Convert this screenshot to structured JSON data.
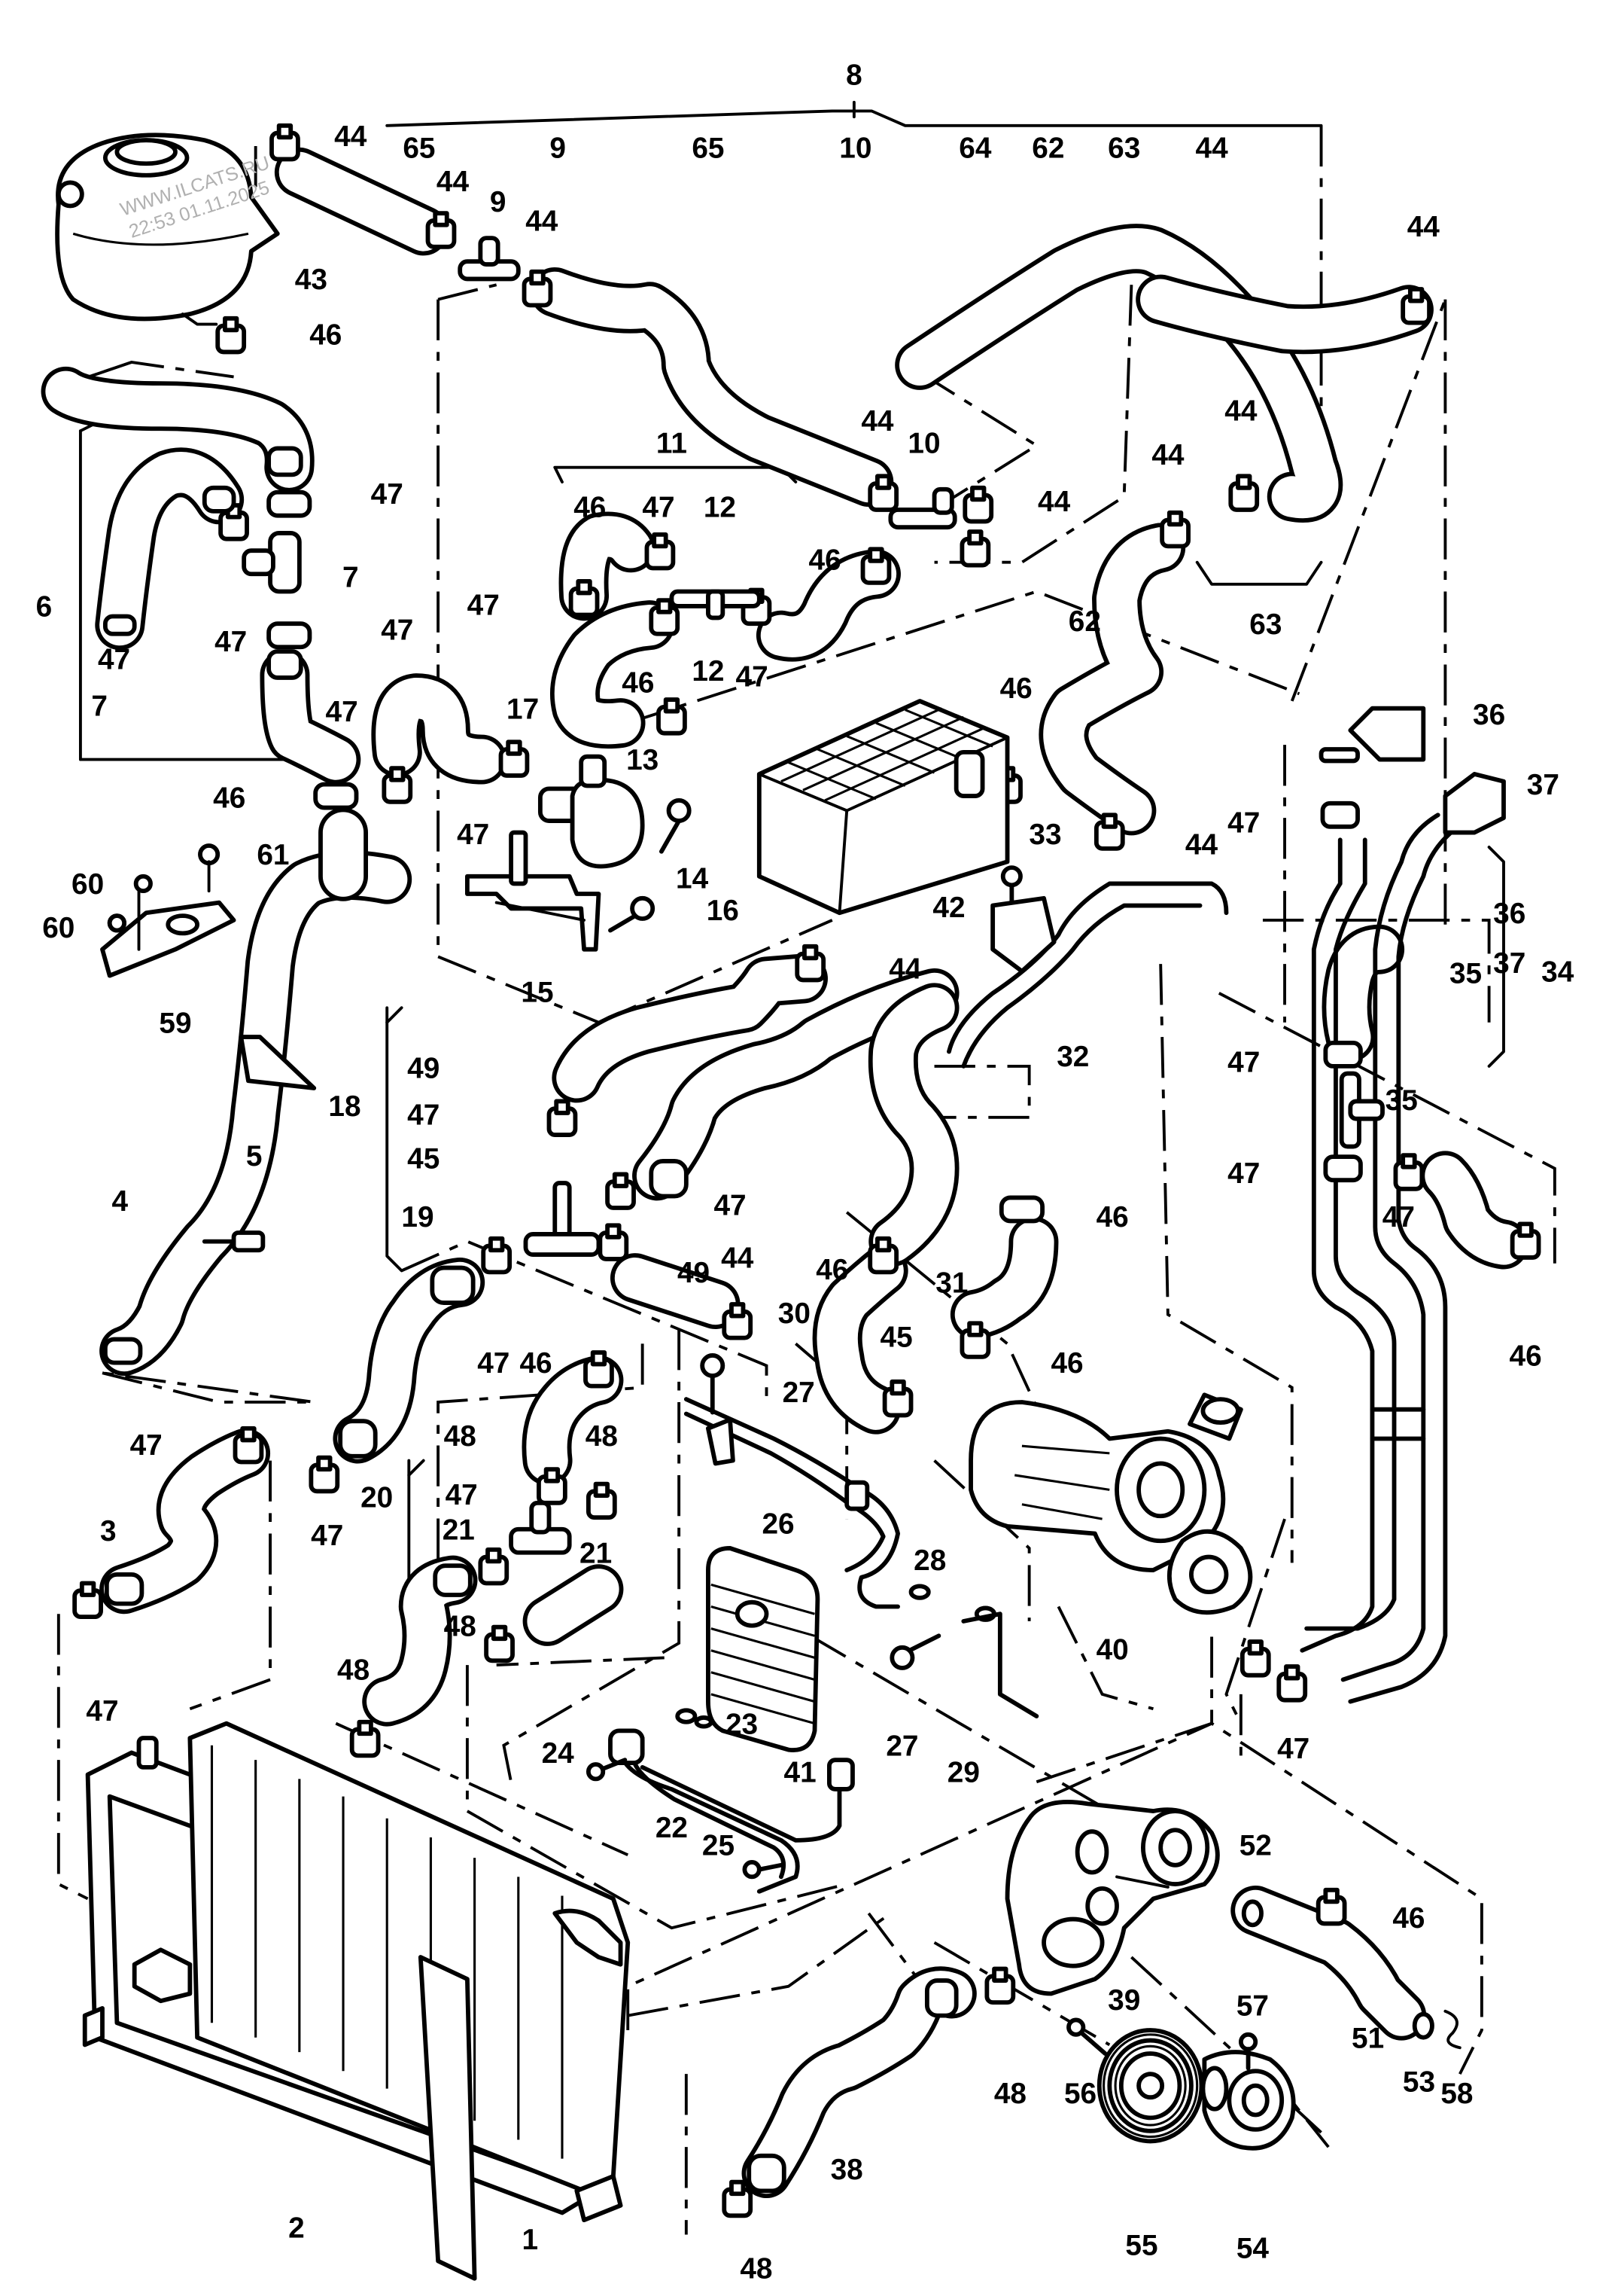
{
  "watermark": {
    "line1": "WWW.ILCATS.RU",
    "line2": "22:53 01.11.2025"
  },
  "callouts": [
    {
      "id": "c8",
      "text": "8"
    },
    {
      "id": "c44a",
      "text": "44"
    },
    {
      "id": "c65a",
      "text": "65"
    },
    {
      "id": "c9a",
      "text": "9"
    },
    {
      "id": "c65b",
      "text": "65"
    },
    {
      "id": "c10a",
      "text": "10"
    },
    {
      "id": "c64",
      "text": "64"
    },
    {
      "id": "c62a",
      "text": "62"
    },
    {
      "id": "c63a",
      "text": "63"
    },
    {
      "id": "c44b",
      "text": "44"
    },
    {
      "id": "c44c",
      "text": "44"
    },
    {
      "id": "c9b",
      "text": "9"
    },
    {
      "id": "c44d",
      "text": "44"
    },
    {
      "id": "c44e",
      "text": "44"
    },
    {
      "id": "c43",
      "text": "43"
    },
    {
      "id": "c46a",
      "text": "46"
    },
    {
      "id": "c47a",
      "text": "47"
    },
    {
      "id": "c7a",
      "text": "7"
    },
    {
      "id": "c47b",
      "text": "47"
    },
    {
      "id": "c47c",
      "text": "47"
    },
    {
      "id": "c6",
      "text": "6"
    },
    {
      "id": "c47d",
      "text": "47"
    },
    {
      "id": "c7b",
      "text": "7"
    },
    {
      "id": "c11",
      "text": "11"
    },
    {
      "id": "c44f",
      "text": "44"
    },
    {
      "id": "c10b",
      "text": "10"
    },
    {
      "id": "c44g",
      "text": "44"
    },
    {
      "id": "c44h",
      "text": "44"
    },
    {
      "id": "c44i",
      "text": "44"
    },
    {
      "id": "c63b",
      "text": "63"
    },
    {
      "id": "c46b",
      "text": "46"
    },
    {
      "id": "c47e",
      "text": "47"
    },
    {
      "id": "c12a",
      "text": "12"
    },
    {
      "id": "c46c",
      "text": "46"
    },
    {
      "id": "c47f",
      "text": "47"
    },
    {
      "id": "c12b",
      "text": "12"
    },
    {
      "id": "c47g",
      "text": "47"
    },
    {
      "id": "c62b",
      "text": "62"
    },
    {
      "id": "c46d",
      "text": "46"
    },
    {
      "id": "c46e",
      "text": "46"
    },
    {
      "id": "c17",
      "text": "17"
    },
    {
      "id": "c47h",
      "text": "47"
    },
    {
      "id": "c13",
      "text": "13"
    },
    {
      "id": "c46f",
      "text": "46"
    },
    {
      "id": "c47i",
      "text": "47"
    },
    {
      "id": "c14",
      "text": "14"
    },
    {
      "id": "c36a",
      "text": "36"
    },
    {
      "id": "c37a",
      "text": "37"
    },
    {
      "id": "c47j",
      "text": "47"
    },
    {
      "id": "c33",
      "text": "33"
    },
    {
      "id": "c44j",
      "text": "44"
    },
    {
      "id": "c61",
      "text": "61"
    },
    {
      "id": "c60a",
      "text": "60"
    },
    {
      "id": "c60b",
      "text": "60"
    },
    {
      "id": "c16",
      "text": "16"
    },
    {
      "id": "c42",
      "text": "42"
    },
    {
      "id": "c36b",
      "text": "36"
    },
    {
      "id": "c37b",
      "text": "37"
    },
    {
      "id": "c34",
      "text": "34"
    },
    {
      "id": "c35a",
      "text": "35"
    },
    {
      "id": "c15",
      "text": "15"
    },
    {
      "id": "c59",
      "text": "59"
    },
    {
      "id": "c44k",
      "text": "44"
    },
    {
      "id": "c32",
      "text": "32"
    },
    {
      "id": "c49a",
      "text": "49"
    },
    {
      "id": "c47k",
      "text": "47"
    },
    {
      "id": "c47l",
      "text": "47"
    },
    {
      "id": "c35b",
      "text": "35"
    },
    {
      "id": "c18",
      "text": "18"
    },
    {
      "id": "c45a",
      "text": "45"
    },
    {
      "id": "c5",
      "text": "5"
    },
    {
      "id": "c4",
      "text": "4"
    },
    {
      "id": "c19",
      "text": "19"
    },
    {
      "id": "c47m",
      "text": "47"
    },
    {
      "id": "c47n",
      "text": "47"
    },
    {
      "id": "c46g",
      "text": "46"
    },
    {
      "id": "c47o",
      "text": "47"
    },
    {
      "id": "c49b",
      "text": "49"
    },
    {
      "id": "c44l",
      "text": "44"
    },
    {
      "id": "c46h",
      "text": "46"
    },
    {
      "id": "c31",
      "text": "31"
    },
    {
      "id": "c30",
      "text": "30"
    },
    {
      "id": "c46i",
      "text": "46"
    },
    {
      "id": "c47p",
      "text": "47"
    },
    {
      "id": "c46j",
      "text": "46"
    },
    {
      "id": "c45b",
      "text": "45"
    },
    {
      "id": "c46k",
      "text": "46"
    },
    {
      "id": "c27a",
      "text": "27"
    },
    {
      "id": "c47q",
      "text": "47"
    },
    {
      "id": "c48a",
      "text": "48"
    },
    {
      "id": "c48b",
      "text": "48"
    },
    {
      "id": "c20",
      "text": "20"
    },
    {
      "id": "c47r",
      "text": "47"
    },
    {
      "id": "c3",
      "text": "3"
    },
    {
      "id": "c26",
      "text": "26"
    },
    {
      "id": "c21a",
      "text": "21"
    },
    {
      "id": "c21b",
      "text": "21"
    },
    {
      "id": "c47s",
      "text": "47"
    },
    {
      "id": "c48c",
      "text": "48"
    },
    {
      "id": "c28",
      "text": "28"
    },
    {
      "id": "c40",
      "text": "40"
    },
    {
      "id": "c47t",
      "text": "47"
    },
    {
      "id": "c48d",
      "text": "48"
    },
    {
      "id": "c23",
      "text": "23"
    },
    {
      "id": "c27b",
      "text": "27"
    },
    {
      "id": "c24",
      "text": "24"
    },
    {
      "id": "c41",
      "text": "41"
    },
    {
      "id": "c29",
      "text": "29"
    },
    {
      "id": "c47u",
      "text": "47"
    },
    {
      "id": "c22",
      "text": "22"
    },
    {
      "id": "c25",
      "text": "25"
    },
    {
      "id": "c52",
      "text": "52"
    },
    {
      "id": "c46l",
      "text": "46"
    },
    {
      "id": "c39",
      "text": "39"
    },
    {
      "id": "c51",
      "text": "51"
    },
    {
      "id": "c57",
      "text": "57"
    },
    {
      "id": "c48e",
      "text": "48"
    },
    {
      "id": "c56",
      "text": "56"
    },
    {
      "id": "c53",
      "text": "53"
    },
    {
      "id": "c58",
      "text": "58"
    },
    {
      "id": "c38",
      "text": "38"
    },
    {
      "id": "c2",
      "text": "2"
    },
    {
      "id": "c1",
      "text": "1"
    },
    {
      "id": "c55",
      "text": "55"
    },
    {
      "id": "c54",
      "text": "54"
    },
    {
      "id": "c48f",
      "text": "48"
    }
  ]
}
